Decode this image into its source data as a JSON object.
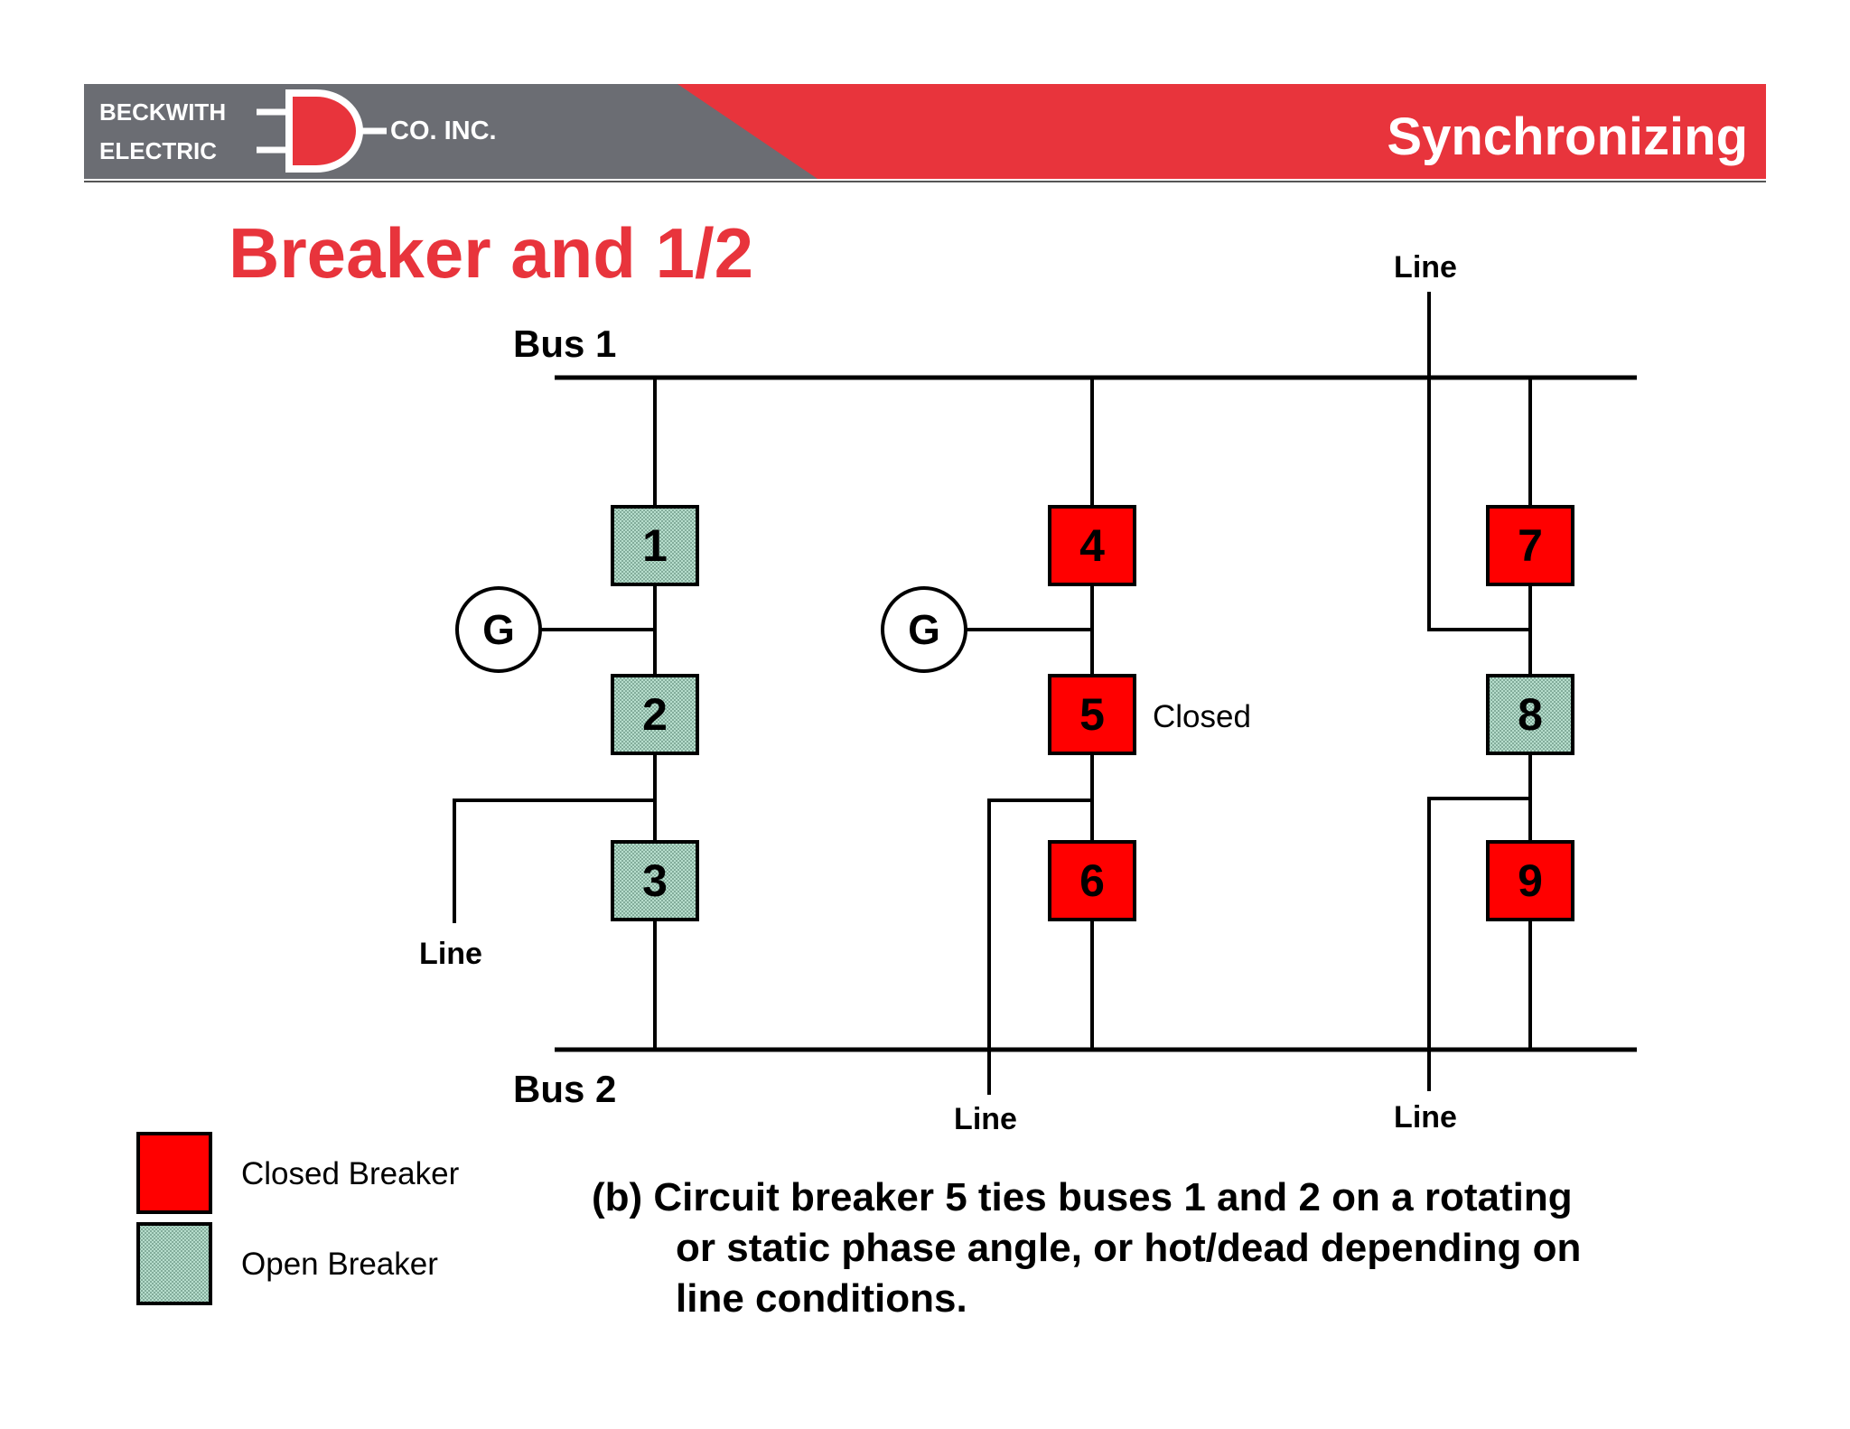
{
  "header": {
    "logo": {
      "line1": "BECKWITH",
      "line2": "ELECTRIC",
      "line3": "CO. INC."
    },
    "section_title": "Synchronizing",
    "gray_color": "#6b6d73",
    "red_color": "#e8343c"
  },
  "title": "Breaker and 1/2",
  "diagram": {
    "bus1_label": "Bus 1",
    "bus2_label": "Bus 2",
    "line_label": "Line",
    "generator_label": "G",
    "closed_note": "Closed",
    "breakers": [
      {
        "id": "1",
        "state": "open"
      },
      {
        "id": "2",
        "state": "open"
      },
      {
        "id": "3",
        "state": "open"
      },
      {
        "id": "4",
        "state": "closed"
      },
      {
        "id": "5",
        "state": "closed"
      },
      {
        "id": "6",
        "state": "closed"
      },
      {
        "id": "7",
        "state": "closed"
      },
      {
        "id": "8",
        "state": "open"
      },
      {
        "id": "9",
        "state": "closed"
      }
    ],
    "closed_color": "#ff0000",
    "open_color": "#a9d3c2"
  },
  "legend": {
    "closed_label": "Closed Breaker",
    "open_label": "Open Breaker"
  },
  "caption": {
    "line1": "(b) Circuit breaker 5 ties buses 1 and 2 on a rotating",
    "line2": "or static phase angle, or hot/dead depending on",
    "line3": "line conditions."
  }
}
